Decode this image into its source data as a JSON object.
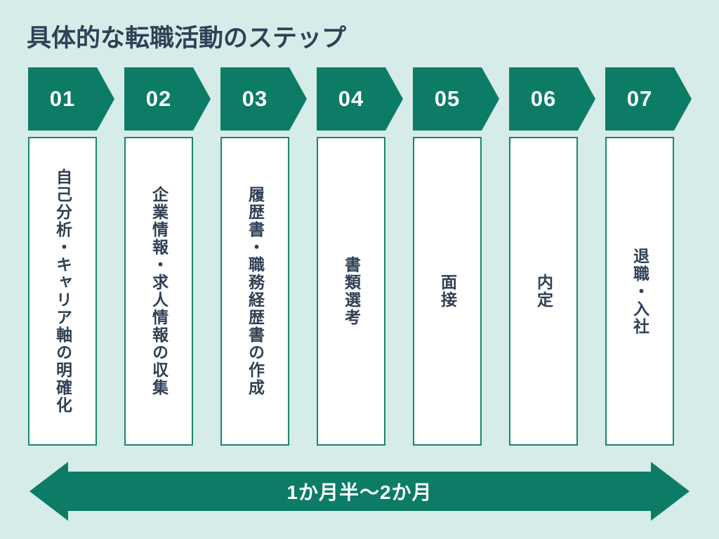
{
  "title": "具体的な転職活動のステップ",
  "steps": [
    {
      "number": "01",
      "label": "自己分析・キャリア軸の明確化"
    },
    {
      "number": "02",
      "label": "企業情報・求人情報の収集"
    },
    {
      "number": "03",
      "label": "履歴書・職務経歴書の作成"
    },
    {
      "number": "04",
      "label": "書類選考"
    },
    {
      "number": "05",
      "label": "面接"
    },
    {
      "number": "06",
      "label": "内定"
    },
    {
      "number": "07",
      "label": "退職・入社"
    }
  ],
  "timeline": {
    "label": "1か月半〜2か月"
  },
  "colors": {
    "background": "#d6ece8",
    "teal": "#0d7c67",
    "box_border": "#1a8570",
    "text_navy": "#2f4156",
    "white": "#ffffff"
  }
}
